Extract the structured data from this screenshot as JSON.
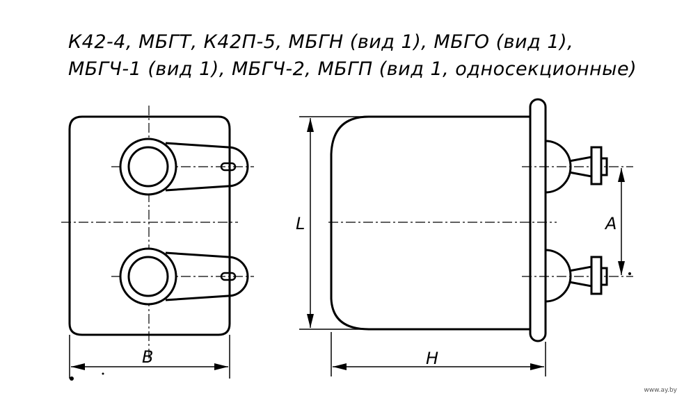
{
  "title": {
    "line1": "К42-4, МБГТ, К42П-5, МБГН (вид 1), МБГО (вид 1),",
    "line2": "МБГЧ-1 (вид 1), МБГЧ-2, МБГП (вид 1, односекционные)"
  },
  "labels": {
    "width": "B",
    "height": "H",
    "length": "L",
    "spacing": "A"
  },
  "watermark": "www.ay.by"
}
